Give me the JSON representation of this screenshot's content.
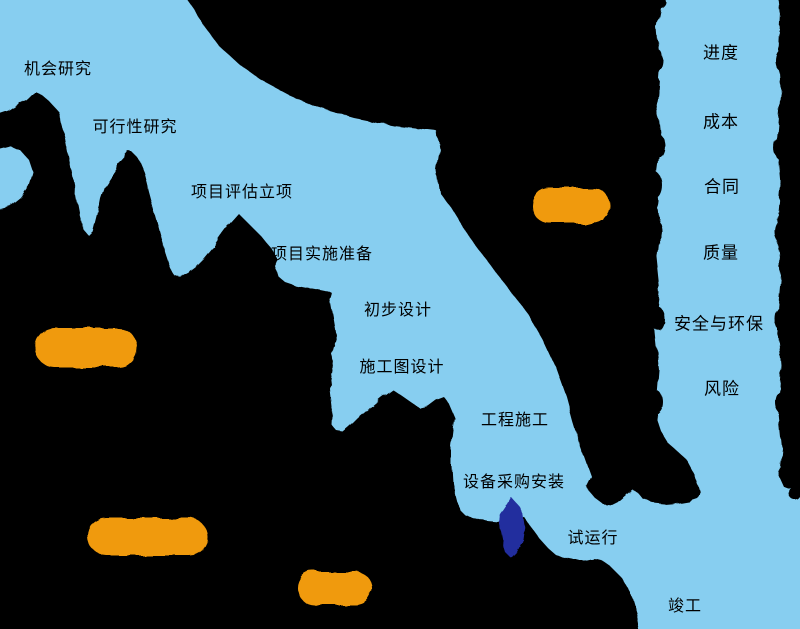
{
  "diagram": {
    "kind": "project-lifecycle-stair-diagram",
    "background_color": "#000000",
    "band_color": "#87CEF0",
    "highlight_color": "#F09A0E",
    "marker_color": "#232F9E",
    "text_color": "#000000"
  },
  "flow_stages": [
    {
      "label": "机会研究"
    },
    {
      "label": "可行性研究"
    },
    {
      "label": "项目评估立项"
    },
    {
      "label": "项目实施准备"
    },
    {
      "label": "初步设计"
    },
    {
      "label": "施工图设计"
    },
    {
      "label": "工程施工"
    },
    {
      "label": "设备采购安装"
    },
    {
      "label": "试运行"
    },
    {
      "label": "竣工"
    }
  ],
  "management_items": [
    {
      "label": "进度"
    },
    {
      "label": "成本"
    },
    {
      "label": "合同"
    },
    {
      "label": "质量"
    },
    {
      "label": "安全与环保"
    },
    {
      "label": "风险"
    }
  ],
  "highlights": [
    {
      "name": "highlight-capsule-1"
    },
    {
      "name": "highlight-capsule-2"
    },
    {
      "name": "highlight-capsule-3"
    },
    {
      "name": "highlight-capsule-4"
    }
  ]
}
